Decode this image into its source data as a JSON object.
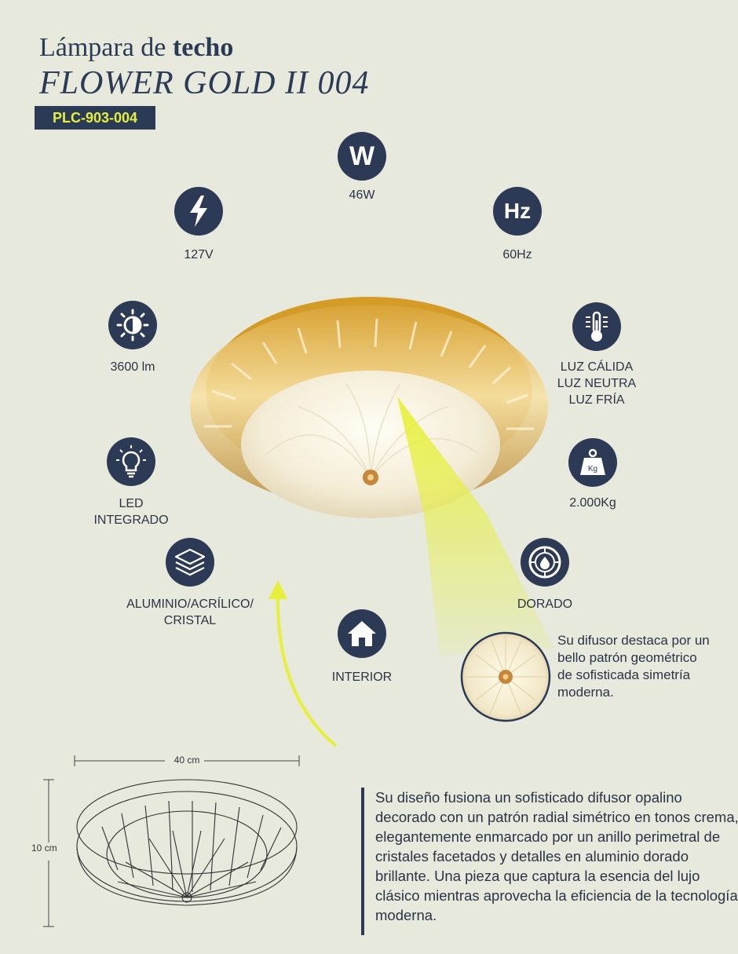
{
  "header": {
    "title_prefix": "Lámpara de",
    "title_bold": "techo",
    "model": "FLOWER GOLD II 004",
    "code": "PLC-903-004"
  },
  "specs": {
    "power": {
      "icon": "watt-icon",
      "label": "46W"
    },
    "voltage": {
      "icon": "lightning-icon",
      "label": "127V"
    },
    "frequency": {
      "icon": "hertz-icon",
      "label": "60Hz"
    },
    "lumens": {
      "icon": "brightness-icon",
      "label": "3600 lm"
    },
    "temperature": {
      "icon": "thermometer-icon",
      "line1": "LUZ CÁLIDA",
      "line2": "LUZ NEUTRA",
      "line3": "LUZ FRÍA"
    },
    "led": {
      "icon": "lightbulb-icon",
      "line1": "LED",
      "line2": "INTEGRADO"
    },
    "weight": {
      "icon": "weight-icon",
      "label": "2.000Kg",
      "icon_text": "Kg"
    },
    "material": {
      "icon": "layers-icon",
      "line1": "ALUMINIO/ACRÍLICO/",
      "line2": "CRISTAL"
    },
    "finish": {
      "icon": "color-drop-icon",
      "label": "DORADO"
    },
    "usage": {
      "icon": "house-icon",
      "label": "INTERIOR"
    }
  },
  "watt_icon_text": "W",
  "hz_icon_text": "Hz",
  "dimensions": {
    "width": "40 cm",
    "height": "10 cm"
  },
  "diffuser_note": "Su difusor destaca por un bello patrón geométrico de sofisticada simetría moderna.",
  "description": "Su diseño fusiona un sofisticado difusor opalino decorado con un patrón radial simétrico en tonos crema, elegantemente enmarcado por un anillo perimetral de cristales facetados y detalles en aluminio dorado brillante. Una pieza que captura la esencia del lujo clásico mientras aprovecha la eficiencia de la tecnología moderna.",
  "colors": {
    "navy": "#2d3a56",
    "accent": "#e6f03a",
    "background": "#e6e9db",
    "gold": "#c9962e"
  }
}
